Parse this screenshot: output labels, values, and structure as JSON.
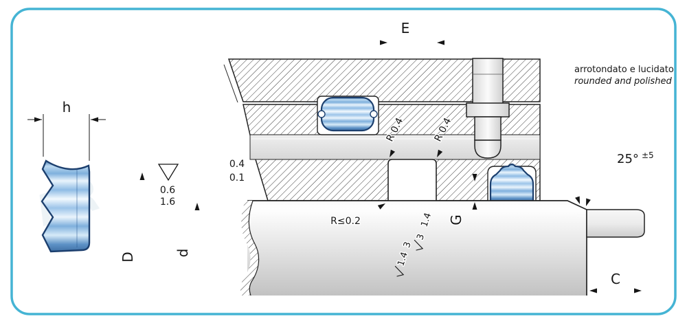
{
  "colors": {
    "frame_border": "#45b4d4",
    "seal_blue": "#6ba3d8",
    "seal_outline": "#1c3f6e",
    "line": "#161616"
  },
  "dimensions": {
    "height_label": "h",
    "groove_width_label": "E",
    "outer_diameter_label": "D",
    "rod_diameter_label": "d",
    "clearance_label": "G",
    "chamfer_length_label": "C"
  },
  "callouts": {
    "groove_radius_left": "R 0.4",
    "groove_radius_right": "R 0.4",
    "corner_radius_max": "R≤0.2",
    "chamfer_angle": "25°",
    "chamfer_angle_tol": "±5",
    "edge_value_top": "0.4",
    "edge_value_bottom": "0.1",
    "surface_roughness_top": "0.6",
    "surface_roughness_bottom": "1.6",
    "wall_finish_right_a": "3",
    "wall_finish_right_b": "1.4",
    "wall_finish_left_a": "1.4",
    "wall_finish_left_b": "3"
  },
  "notes": {
    "note_italian": "arrotondato e lucidato",
    "note_english": "rounded and polished"
  },
  "watermark": {
    "mark1": "PR",
    "mark2": "PR",
    "mark3": "Y"
  }
}
